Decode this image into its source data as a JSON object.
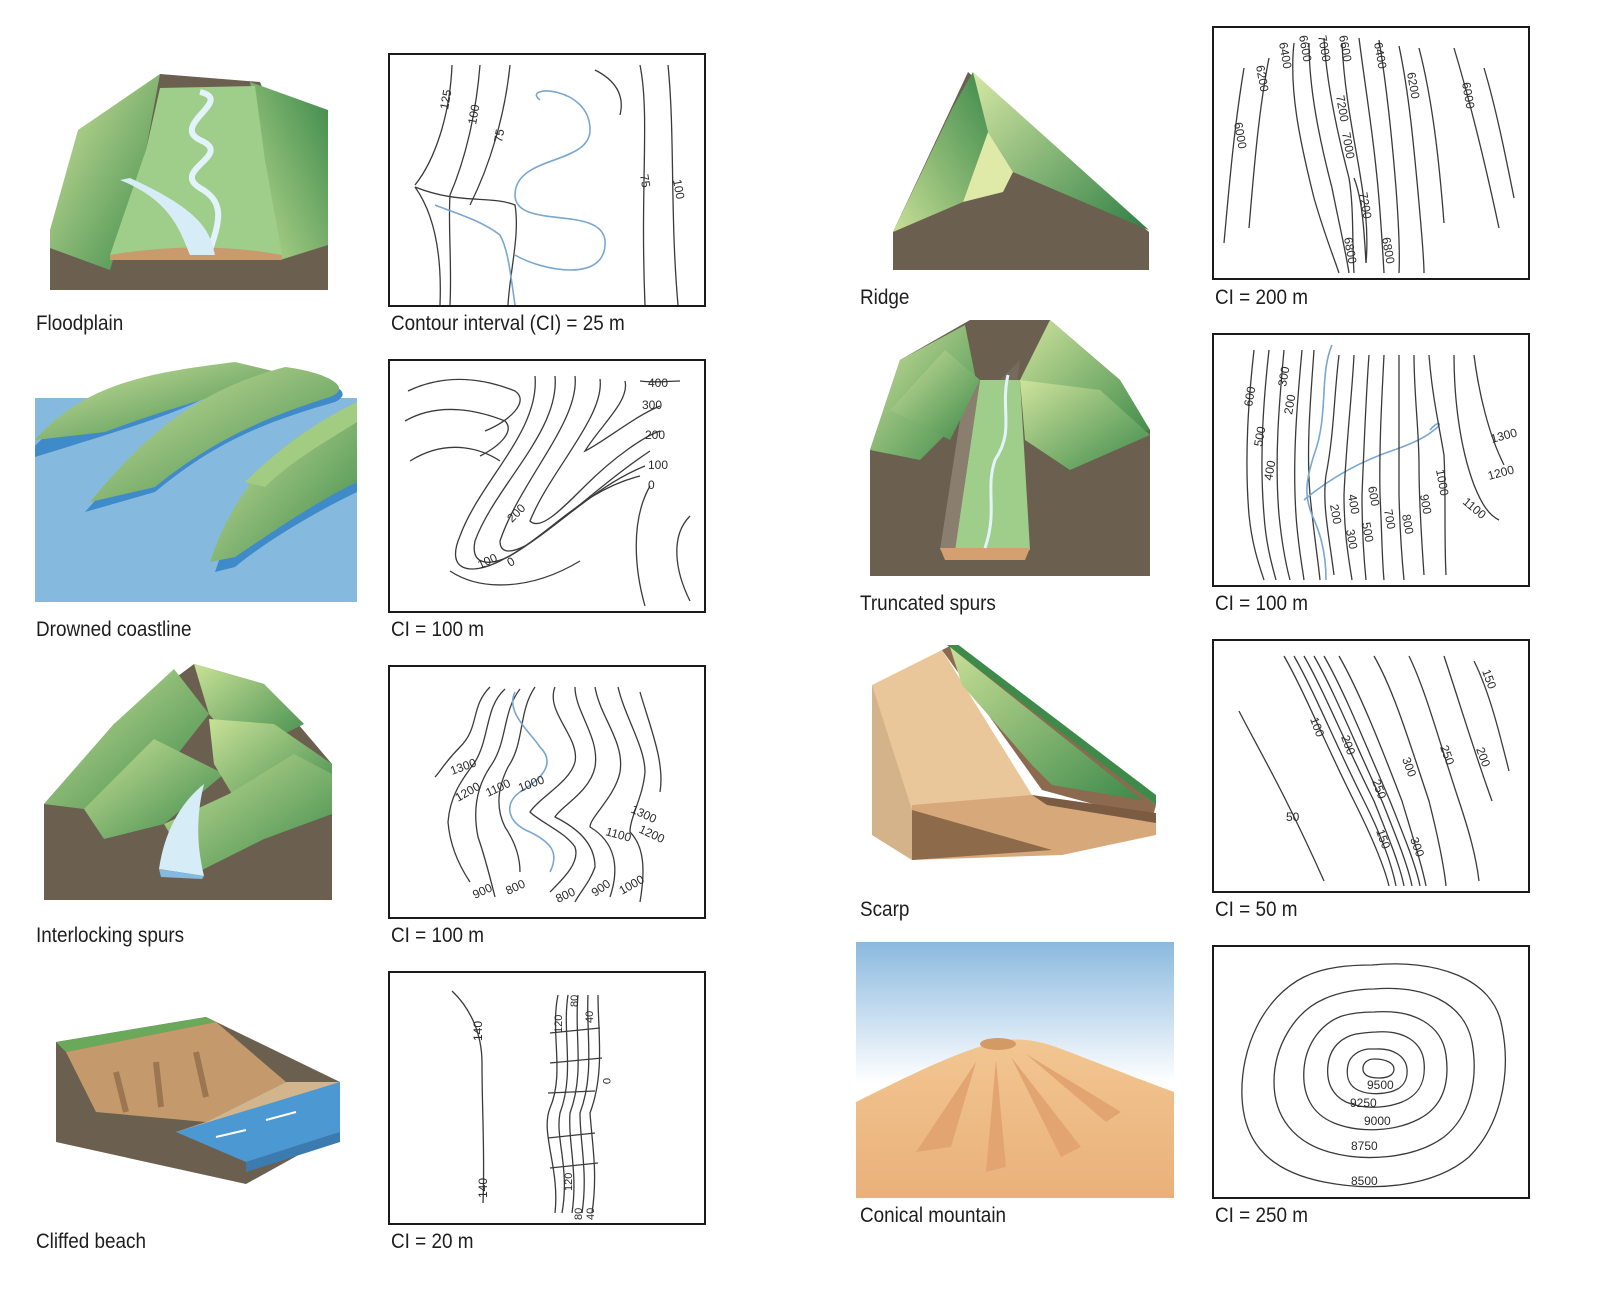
{
  "colors": {
    "grass_light": "#d6e6a2",
    "grass_dark": "#3f8a4a",
    "soil": "#6b604f",
    "water": "#86b9de",
    "river_light": "#d6ecf7",
    "sand": "#e9c79b",
    "contour": "#3a3a3a",
    "river_contour": "#7aa7cf"
  },
  "panels": [
    {
      "landform": "Floodplain",
      "ci_label": "Contour interval (CI) = 25 m",
      "contour_labels": [
        "125",
        "100",
        "75",
        "75",
        "100"
      ]
    },
    {
      "landform": "Drowned coastline",
      "ci_label": "CI = 100 m",
      "contour_labels": [
        "400",
        "300",
        "200",
        "100",
        "0",
        "200",
        "100",
        "0"
      ]
    },
    {
      "landform": "Interlocking spurs",
      "ci_label": "CI = 100 m",
      "contour_labels": [
        "1300",
        "1200",
        "1100",
        "1000",
        "1300",
        "1200",
        "1100",
        "900",
        "800",
        "800",
        "900",
        "1000"
      ]
    },
    {
      "landform": "Cliffed beach",
      "ci_label": "CI = 20 m",
      "contour_labels": [
        "140",
        "140",
        "120",
        "80",
        "40",
        "0",
        "120",
        "80",
        "40"
      ]
    },
    {
      "landform": "Ridge",
      "ci_label": "CI = 200 m",
      "contour_labels": [
        "6000",
        "6200",
        "6400",
        "6600",
        "7000",
        "6600",
        "6400",
        "6200",
        "6000",
        "7200",
        "7000",
        "7200",
        "6800",
        "6800"
      ]
    },
    {
      "landform": "Truncated spurs",
      "ci_label": "CI = 100 m",
      "contour_labels": [
        "600",
        "500",
        "400",
        "300",
        "200",
        "1300",
        "1200",
        "1100",
        "1000",
        "900",
        "800",
        "700",
        "600",
        "500",
        "400",
        "300",
        "200"
      ]
    },
    {
      "landform": "Scarp",
      "ci_label": "CI = 50 m",
      "contour_labels": [
        "100",
        "200",
        "250",
        "300",
        "250",
        "200",
        "150",
        "50",
        "150",
        "300"
      ]
    },
    {
      "landform": "Conical mountain",
      "ci_label": "CI = 250 m",
      "contour_labels": [
        "9500",
        "9250",
        "9000",
        "8750",
        "8500"
      ]
    }
  ]
}
